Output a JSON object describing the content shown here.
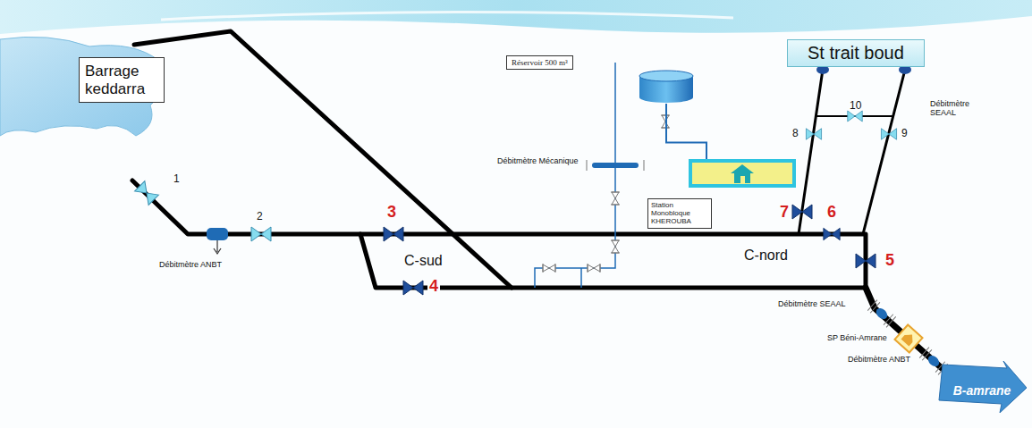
{
  "diagram": {
    "nodes": [
      {
        "text": [
          "Barrage keddarra"
        ]
      },
      {
        "text": [
          "Réservoir 500 m³"
        ]
      },
      {
        "text": [
          "St trait boud"
        ]
      },
      {
        "text": [
          "Station Monobloque KHEROUBA"
        ]
      },
      {
        "text": [
          "B-amrane"
        ]
      }
    ],
    "edges": [
      {
        "from": 1,
        "to": 3,
        "arrow": "none"
      }
    ],
    "labels": [
      "Débitmètre ANBT",
      "1",
      "2",
      "3",
      "4",
      "C-sud",
      "Débitmètre Mécanique",
      "C-nord",
      "5",
      "6",
      "7",
      "8",
      "9",
      "10",
      "Débitmètre SEAAL",
      "Débitmètre SEAAL",
      "SP Béni-Amrane",
      "Débitmètre ANBT"
    ]
  }
}
